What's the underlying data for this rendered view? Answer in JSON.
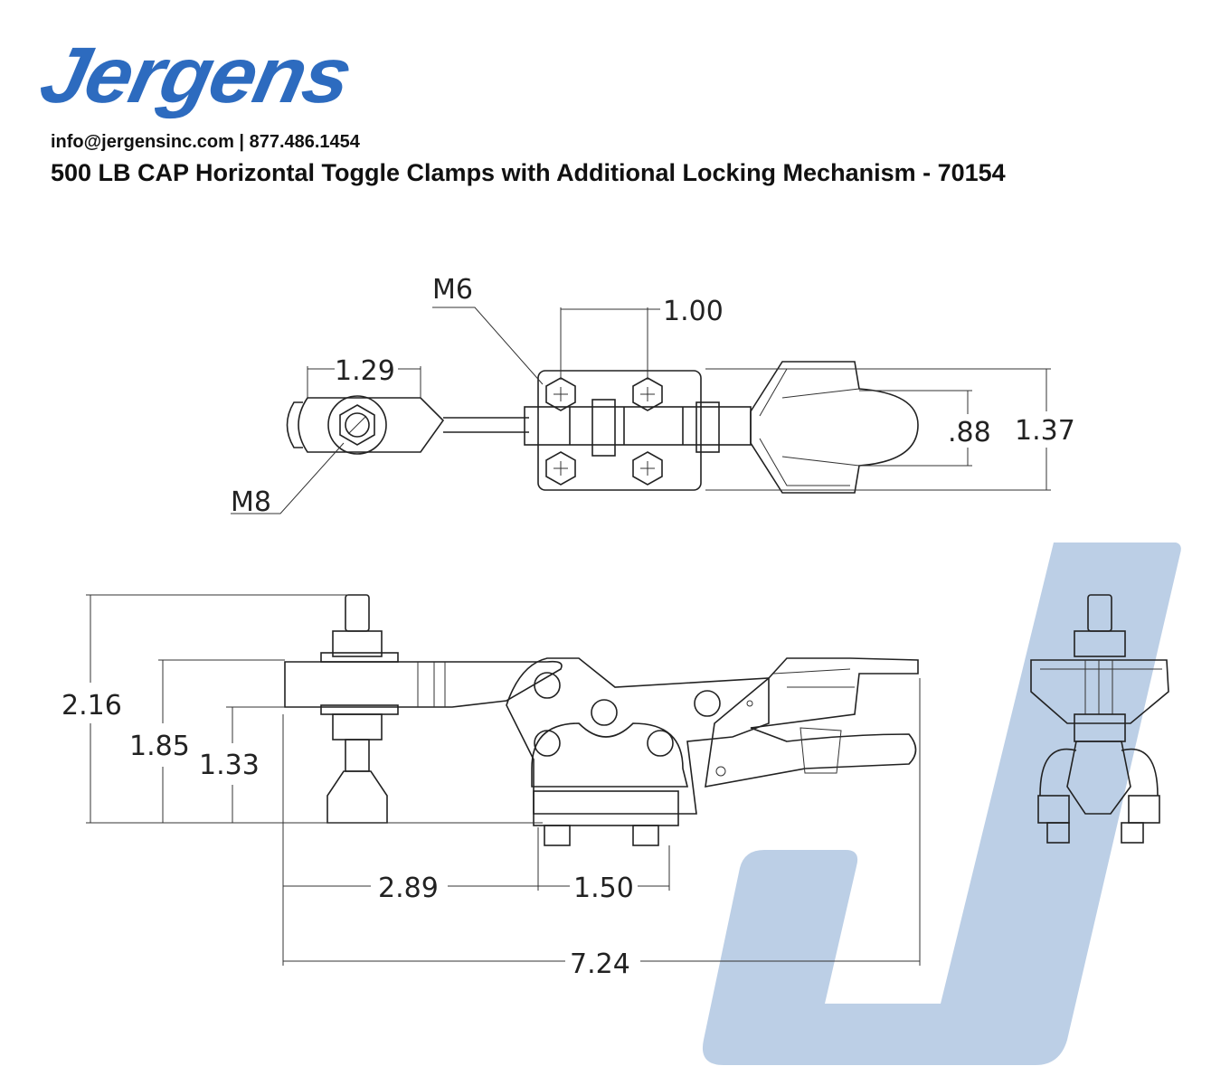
{
  "header": {
    "brand": "Jergens",
    "contact": "info@jergensinc.com | 877.486.1454",
    "title": "500 LB CAP Horizontal Toggle Clamps with Additional Locking Mechanism - 70154"
  },
  "colors": {
    "brand": "#2d6bbf",
    "watermark": "#bccfe6"
  },
  "top_view": {
    "labels": {
      "m6": "M6",
      "m8": "M8"
    },
    "dims": {
      "bolt_spacing": "1.00",
      "spindle_slot": "1.29",
      "inner_width": ".88",
      "outer_width": "1.37"
    }
  },
  "side_view": {
    "dims": {
      "overall_height": "2.16",
      "arm_height": "1.85",
      "spindle_height": "1.33",
      "reach": "2.89",
      "base": "1.50",
      "overall_length": "7.24"
    }
  }
}
